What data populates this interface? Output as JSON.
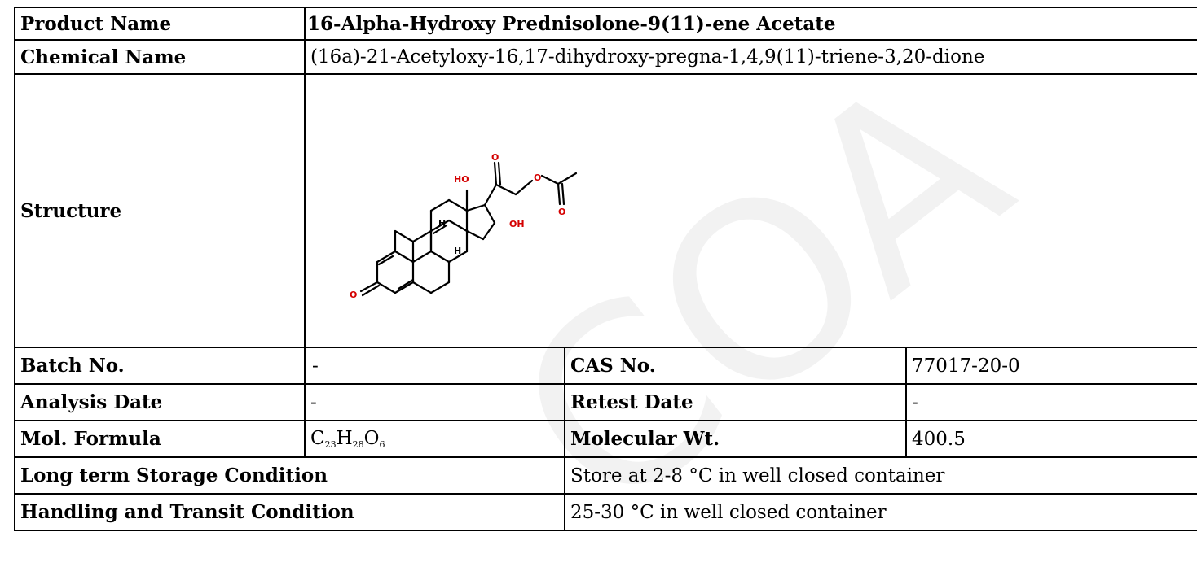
{
  "watermark": {
    "text": "COA"
  },
  "product": {
    "label": "Product Name",
    "value": "16-Alpha-Hydroxy Prednisolone-9(11)-ene Acetate"
  },
  "chemical": {
    "label": "Chemical Name",
    "value": "(16a)-21-Acetyloxy-16,17-dihydroxy-pregna-1,4,9(11)-triene-3,20-dione"
  },
  "structure": {
    "label": "Structure",
    "atoms": {
      "ho_top": "HO",
      "oh_right": "OH",
      "o_ketone": "O",
      "o_ester": "O",
      "o_carbonyl": "O",
      "o_acetyl": "O",
      "h_8": "H",
      "h_14": "H"
    }
  },
  "batch": {
    "label": "Batch No.",
    "value": "-"
  },
  "cas": {
    "label": "CAS No.",
    "value": "77017-20-0"
  },
  "analysis_date": {
    "label": "Analysis Date",
    "value": "-"
  },
  "retest_date": {
    "label": "Retest Date",
    "value": "-"
  },
  "formula": {
    "label": "Mol. Formula",
    "parts": [
      {
        "el": "C",
        "n": "23"
      },
      {
        "el": "H",
        "n": "28"
      },
      {
        "el": "O",
        "n": "6"
      }
    ]
  },
  "mol_wt": {
    "label": "Molecular Wt.",
    "value": "400.5"
  },
  "storage": {
    "label": "Long term Storage Condition",
    "value": "Store at 2-8 °C in well closed container"
  },
  "handling": {
    "label": "Handling and Transit Condition",
    "value": "25-30 °C in well closed container"
  },
  "colors": {
    "oxygen": "#d40000",
    "line": "#000000",
    "watermark": "#f2f2f2"
  }
}
